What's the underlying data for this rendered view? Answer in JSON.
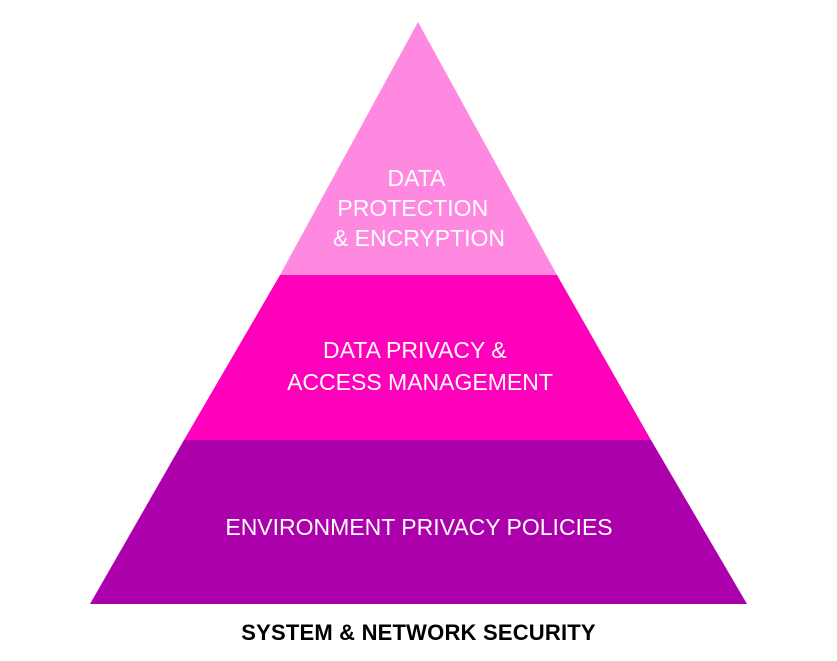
{
  "diagram": {
    "tiers": [
      {
        "lines": [
          "DATA",
          "PROTECTION",
          "& ENCRYPTION"
        ],
        "color": "#ff88e0"
      },
      {
        "lines": [
          "DATA PRIVACY &",
          "ACCESS MANAGEMENT"
        ],
        "color": "#ff00bb"
      },
      {
        "lines": [
          "ENVIRONMENT PRIVACY POLICIES"
        ],
        "color": "#ad00ad"
      }
    ],
    "base_label": "SYSTEM & NETWORK SECURITY"
  }
}
